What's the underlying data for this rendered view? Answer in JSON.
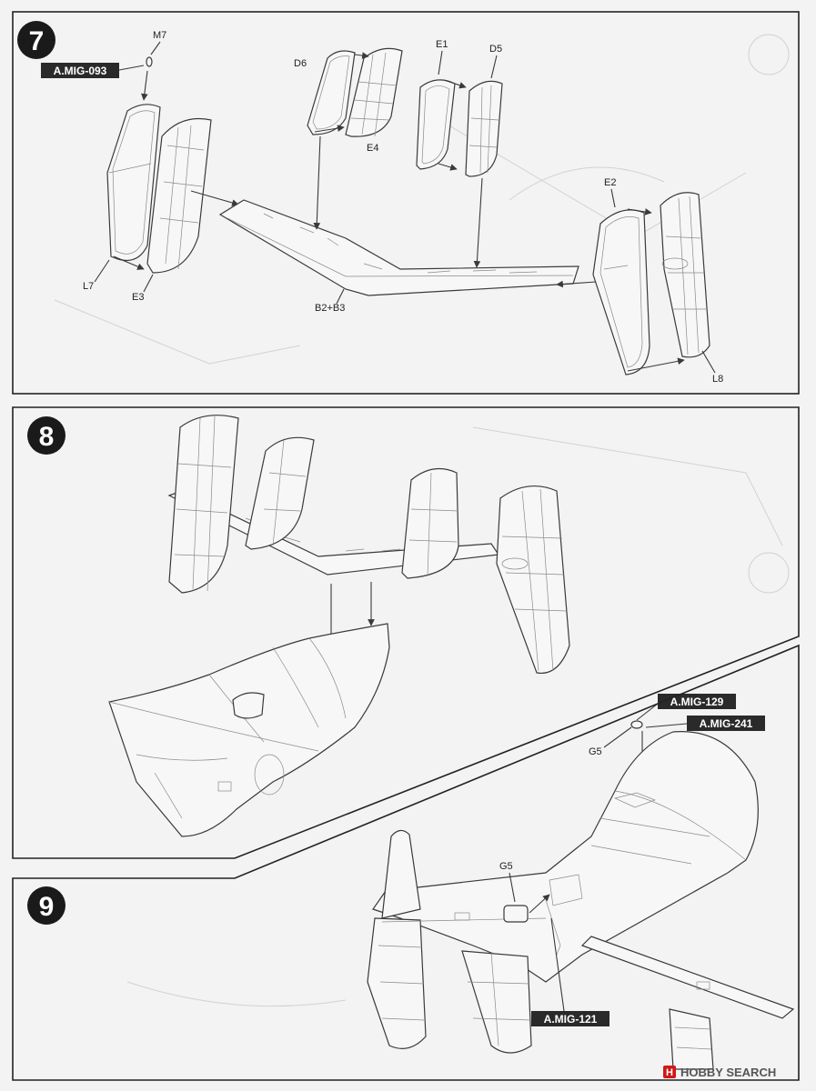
{
  "steps": [
    {
      "number": "7"
    },
    {
      "number": "8"
    },
    {
      "number": "9"
    }
  ],
  "step7": {
    "paint_ref": "A.MIG-093",
    "labels": {
      "m7": "M7",
      "d6": "D6",
      "e1": "E1",
      "d5": "D5",
      "e4": "E4",
      "e2": "E2",
      "l7": "L7",
      "e3": "E3",
      "b2b3": "B2+B3",
      "l8": "L8"
    }
  },
  "step8": {
    "paint_refs": {
      "a": "A.MIG-129",
      "b": "A.MIG-241"
    },
    "labels": {
      "g5": "G5"
    }
  },
  "step9": {
    "paint_ref": "A.MIG-121",
    "labels": {
      "g5": "G5"
    }
  },
  "watermark": {
    "brand": "H",
    "text": "HOBBY SEARCH"
  }
}
